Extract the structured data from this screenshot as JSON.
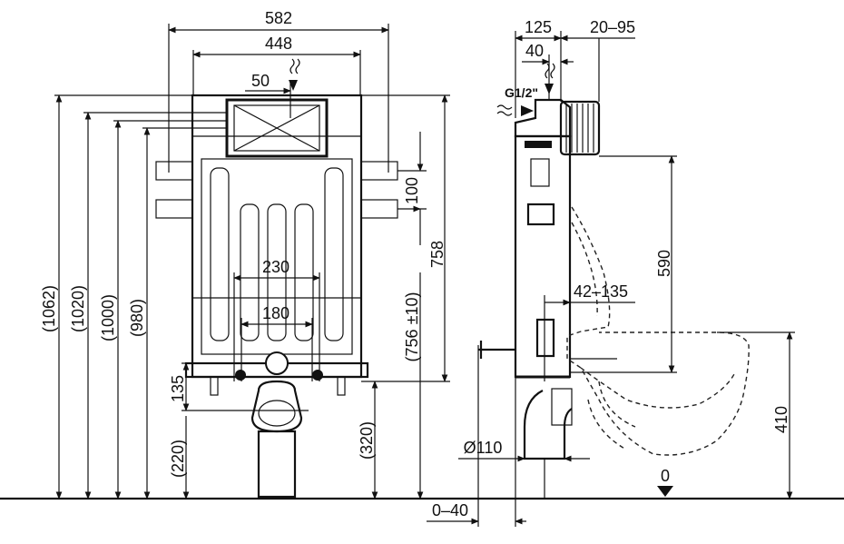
{
  "diagram": {
    "front_view": {
      "width_total": "582",
      "width_frame": "448",
      "valve_offset": "50",
      "height_1062": "(1062)",
      "height_1020": "(1020)",
      "height_1000": "(1000)",
      "height_980": "(980)",
      "height_758": "758",
      "spacing_100": "100",
      "height_756": "(756 ±10)",
      "bolt_230": "230",
      "bolt_180": "180",
      "height_135": "135",
      "height_220": "(220)",
      "height_320": "(320)"
    },
    "side_view": {
      "depth_125": "125",
      "adjust_20_95": "20–95",
      "offset_40": "40",
      "thread": "G1/2\"",
      "height_590": "590",
      "wall_42_135": "42–135",
      "pipe_110": "Ø110",
      "floor_0_40": "0–40",
      "zero": "0",
      "height_410": "410"
    }
  }
}
